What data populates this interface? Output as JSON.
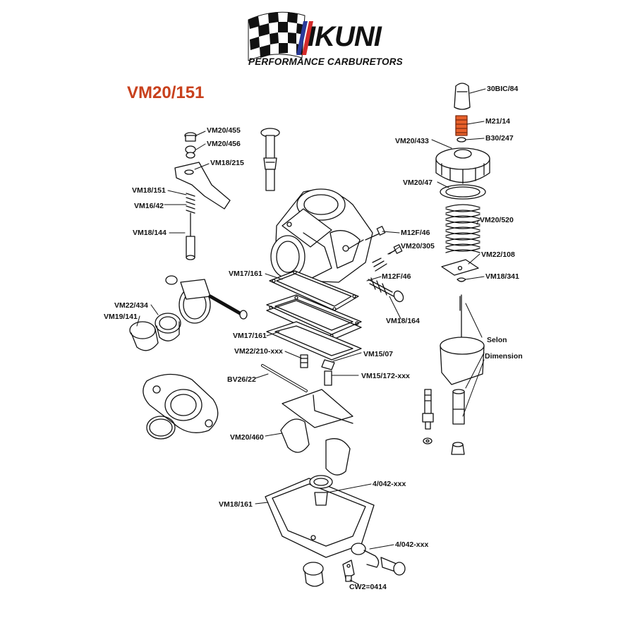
{
  "brand": {
    "name": "IKUNI",
    "tagline": "PERFORMANCE CARBURETORS"
  },
  "model": "VM20/151",
  "colors": {
    "accent": "#c8401c",
    "orange_part": "#e8602a",
    "line": "#111111"
  },
  "parts": {
    "p30bic84": "30BIC/84",
    "m2114": "M21/14",
    "b30247": "B30/247",
    "vm20433": "VM20/433",
    "vm2047": "VM20/47",
    "vm20520": "VM20/520",
    "vm22108": "VM22/108",
    "vm18341": "VM18/341",
    "selon": "Selon",
    "dimension": "Dimension",
    "vm20455": "VM20/455",
    "vm20456": "VM20/456",
    "vm18215": "VM18/215",
    "vm18151": "VM18/151",
    "vm1642": "VM16/42",
    "vm18144": "VM18/144",
    "m12f46a": "M12F/46",
    "vm20305": "VM20/305",
    "m12f46b": "M12F/46",
    "vm18164": "VM18/164",
    "vm17161a": "VM17/161",
    "vm22434": "VM22/434",
    "vm19141": "VM19/141",
    "vm17161b": "VM17/161",
    "vm22210": "VM22/210-xxx",
    "vm1507": "VM15/07",
    "vm15172": "VM15/172-xxx",
    "bv2622": "BV26/22",
    "vm20460": "VM20/460",
    "p4042a": "4/042-xxx",
    "vm18161": "VM18/161",
    "p4042b": "4/042-xxx",
    "cw20414": "CW2=0414"
  }
}
